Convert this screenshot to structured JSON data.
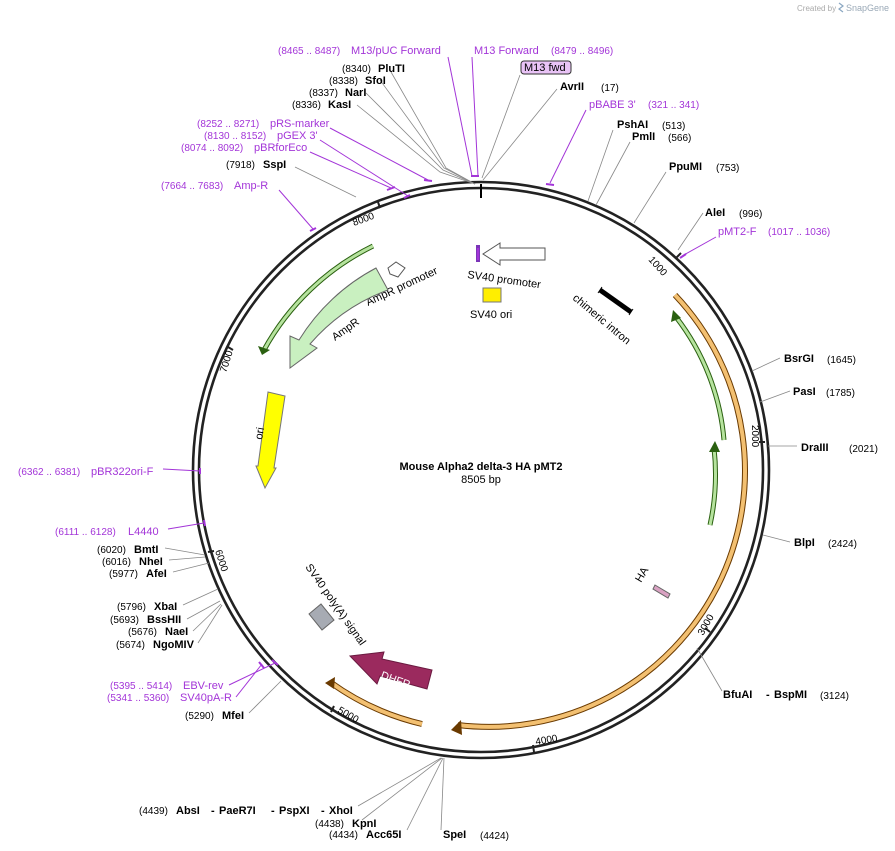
{
  "branding": {
    "created_by": "Created by",
    "app": "SnapGene"
  },
  "plasmid": {
    "name": "Mouse Alpha2 delta-3 HA pMT2",
    "length": "8505 bp"
  },
  "ticks": [
    {
      "label": "1000"
    },
    {
      "label": "2000"
    },
    {
      "label": "3000"
    },
    {
      "label": "4000"
    },
    {
      "label": "5000"
    },
    {
      "label": "6000"
    },
    {
      "label": "7000"
    },
    {
      "label": "8000"
    }
  ],
  "features": [
    {
      "name": "SV40 promoter"
    },
    {
      "name": "SV40 ori"
    },
    {
      "name": "chimeric intron"
    },
    {
      "name": "AmpR promoter"
    },
    {
      "name": "AmpR"
    },
    {
      "name": "ori"
    },
    {
      "name": "HA"
    },
    {
      "name": "DHFR"
    },
    {
      "name": "SV40 poly(A) signal"
    },
    {
      "name": "M13 fwd"
    }
  ],
  "sites": [
    {
      "name": "PluTI",
      "pos": "(8340)"
    },
    {
      "name": "SfoI",
      "pos": "(8338)"
    },
    {
      "name": "NarI",
      "pos": "(8337)"
    },
    {
      "name": "KasI",
      "pos": "(8336)"
    },
    {
      "name": "SspI",
      "pos": "(7918)"
    },
    {
      "name": "AvrII",
      "pos": "(17)"
    },
    {
      "name": "PshAI",
      "pos": "(513)"
    },
    {
      "name": "PmlI",
      "pos": "(566)"
    },
    {
      "name": "PpuMI",
      "pos": "(753)"
    },
    {
      "name": "AleI",
      "pos": "(996)"
    },
    {
      "name": "BsrGI",
      "pos": "(1645)"
    },
    {
      "name": "PasI",
      "pos": "(1785)"
    },
    {
      "name": "DraIII",
      "pos": "(2021)"
    },
    {
      "name": "BlpI",
      "pos": "(2424)"
    },
    {
      "name": "BfuAI",
      "pos": "(3124)"
    },
    {
      "name": "BspMI",
      "pos": ""
    },
    {
      "name": "SpeI",
      "pos": "(4424)"
    },
    {
      "name": "AbsI",
      "pos": "(4439)"
    },
    {
      "name": "PaeR7I",
      "pos": ""
    },
    {
      "name": "PspXI",
      "pos": ""
    },
    {
      "name": "XhoI",
      "pos": ""
    },
    {
      "name": "KpnI",
      "pos": "(4438)"
    },
    {
      "name": "Acc65I",
      "pos": "(4434)"
    },
    {
      "name": "MfeI",
      "pos": "(5290)"
    },
    {
      "name": "XbaI",
      "pos": "(5796)"
    },
    {
      "name": "BssHII",
      "pos": "(5693)"
    },
    {
      "name": "NaeI",
      "pos": "(5676)"
    },
    {
      "name": "NgoMIV",
      "pos": "(5674)"
    },
    {
      "name": "BmtI",
      "pos": "(6020)"
    },
    {
      "name": "NheI",
      "pos": "(6016)"
    },
    {
      "name": "AfeI",
      "pos": "(5977)"
    }
  ],
  "primers": [
    {
      "name": "M13/pUC Forward",
      "pos": "(8465 .. 8487)"
    },
    {
      "name": "M13 Forward",
      "pos": "(8479 .. 8496)"
    },
    {
      "name": "pBABE 3'",
      "pos": "(321 .. 341)"
    },
    {
      "name": "pMT2-F",
      "pos": "(1017 .. 1036)"
    },
    {
      "name": "pRS-marker",
      "pos": "(8252 .. 8271)"
    },
    {
      "name": "pGEX 3'",
      "pos": "(8130 .. 8152)"
    },
    {
      "name": "pBRforEco",
      "pos": "(8074 .. 8092)"
    },
    {
      "name": "Amp-R",
      "pos": "(7664 .. 7683)"
    },
    {
      "name": "pBR322ori-F",
      "pos": "(6362 .. 6381)"
    },
    {
      "name": "L4440",
      "pos": "(6111 .. 6128)"
    },
    {
      "name": "EBV-rev",
      "pos": "(5395 .. 5414)"
    },
    {
      "name": "SV40pA-R",
      "pos": "(5341 .. 5360)"
    }
  ],
  "separators": {
    "dash": "-"
  },
  "colors": {
    "backbone": "#222222",
    "primer": "#a335d8",
    "orf": "#f0c070",
    "amp_green": "#8fd07a",
    "sv40_ori": "#ffee00",
    "dhfr": "#9b2a5e",
    "polya": "#a7abb3"
  }
}
